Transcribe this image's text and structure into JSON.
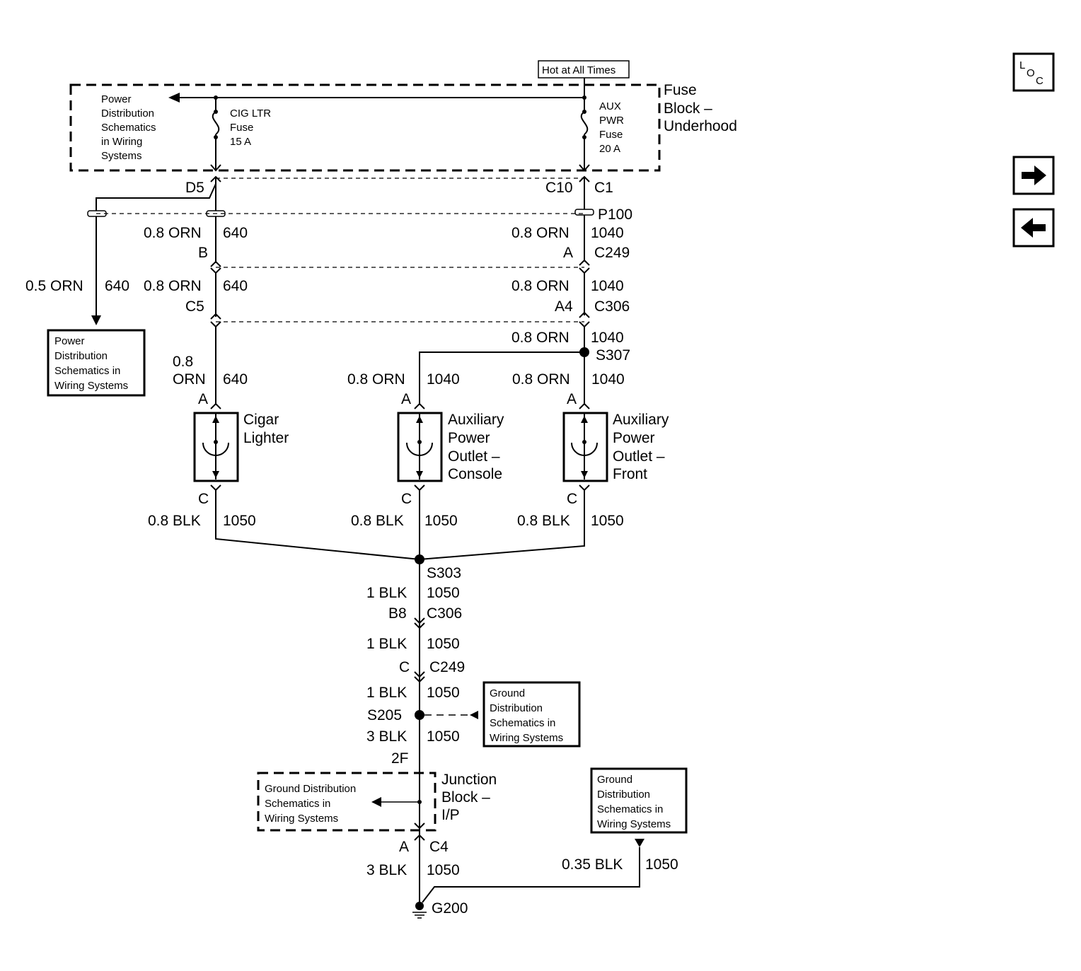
{
  "hot_label": "Hot at All Times",
  "fuse_block": [
    "Fuse",
    "Block –",
    "Underhood"
  ],
  "pd_top": [
    "Power",
    "Distribution",
    "Schematics",
    "in Wiring",
    "Systems"
  ],
  "fuse_cig": [
    "CIG LTR",
    "Fuse",
    "15 A"
  ],
  "fuse_aux": [
    "AUX",
    "PWR",
    "Fuse",
    "20 A"
  ],
  "pins": {
    "d5": "D5",
    "c10": "C10",
    "c1": "C1",
    "p100": "P100",
    "b": "B",
    "a_c249": "A",
    "c249_top": "C249",
    "c5": "C5",
    "a4": "A4",
    "c306_top": "C306",
    "s307": "S307",
    "a_cig": "A",
    "a_console": "A",
    "a_front": "A",
    "c_cig": "C",
    "c_console": "C",
    "c_front": "C",
    "s303": "S303",
    "b8": "B8",
    "c306_bot": "C306",
    "c_c249": "C",
    "c249_bot": "C249",
    "s205": "S205",
    "f2": "2F",
    "a_c4": "A",
    "c4": "C4",
    "g200": "G200"
  },
  "wires": {
    "orn08": "0.8 ORN",
    "orn05": "0.5 ORN",
    "n640": "640",
    "n1040": "1040",
    "orn08_a": "0.8",
    "orn08_b": "ORN",
    "blk08": "0.8 BLK",
    "blk1": "1 BLK",
    "blk3": "3 BLK",
    "blk035": "0.35 BLK",
    "n1050": "1050"
  },
  "pd_left": [
    "Power",
    "Distribution",
    "Schematics in",
    "Wiring Systems"
  ],
  "cigar": [
    "Cigar",
    "Lighter"
  ],
  "aux_console": [
    "Auxiliary",
    "Power",
    "Outlet –",
    "Console"
  ],
  "aux_front": [
    "Auxiliary",
    "Power",
    "Outlet –",
    "Front"
  ],
  "gd_mid": [
    "Ground",
    "Distribution",
    "Schematics in",
    "Wiring Systems"
  ],
  "gd_jb": [
    "Ground Distribution",
    "Schematics in",
    "Wiring Systems"
  ],
  "junction": [
    "Junction",
    "Block –",
    "I/P"
  ],
  "gd_right": [
    "Ground",
    "Distribution",
    "Schematics in",
    "Wiring Systems"
  ],
  "nav": {
    "loc_l": "L",
    "loc_o": "O",
    "loc_c": "C",
    "next_icon": "arrow-right-icon",
    "prev_icon": "arrow-left-icon"
  }
}
